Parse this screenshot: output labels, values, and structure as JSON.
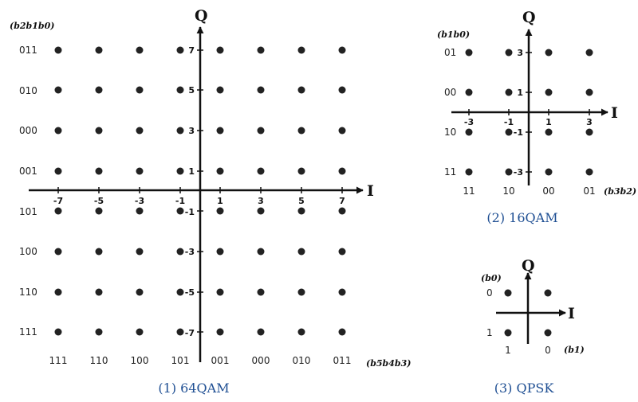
{
  "qam64": {
    "caption": "(1) 64QAM",
    "axis_i": "I",
    "axis_q": "Q",
    "i_ticks": [
      "-7",
      "-5",
      "-3",
      "-1",
      "1",
      "3",
      "5",
      "7"
    ],
    "q_ticks": [
      "7",
      "5",
      "3",
      "1",
      "-1",
      "-3",
      "-5",
      "-7"
    ],
    "row_bits_label": "(b2b1b0)",
    "row_codes": [
      "011",
      "010",
      "000",
      "001",
      "101",
      "100",
      "110",
      "111"
    ],
    "col_bits_label": "(b5b4b3)",
    "col_codes": [
      "111",
      "110",
      "100",
      "101",
      "001",
      "000",
      "010",
      "011"
    ]
  },
  "qam16": {
    "caption": "(2) 16QAM",
    "axis_i": "I",
    "axis_q": "Q",
    "i_ticks": [
      "-3",
      "-1",
      "1",
      "3"
    ],
    "q_ticks": [
      "3",
      "1",
      "-1",
      "-3"
    ],
    "row_bits_label": "(b1b0)",
    "row_codes": [
      "01",
      "00",
      "10",
      "11"
    ],
    "col_bits_label": "(b3b2)",
    "col_codes": [
      "11",
      "10",
      "00",
      "01"
    ]
  },
  "qpsk": {
    "caption": "(3) QPSK",
    "axis_i": "I",
    "axis_q": "Q",
    "row_bits_label": "(b0)",
    "row_codes": [
      "0",
      "1"
    ],
    "col_bits_label": "(b1)",
    "col_codes": [
      "1",
      "0"
    ]
  },
  "colors": {
    "point": "#222222",
    "axis": "#111111",
    "caption": "#1f4f93"
  }
}
